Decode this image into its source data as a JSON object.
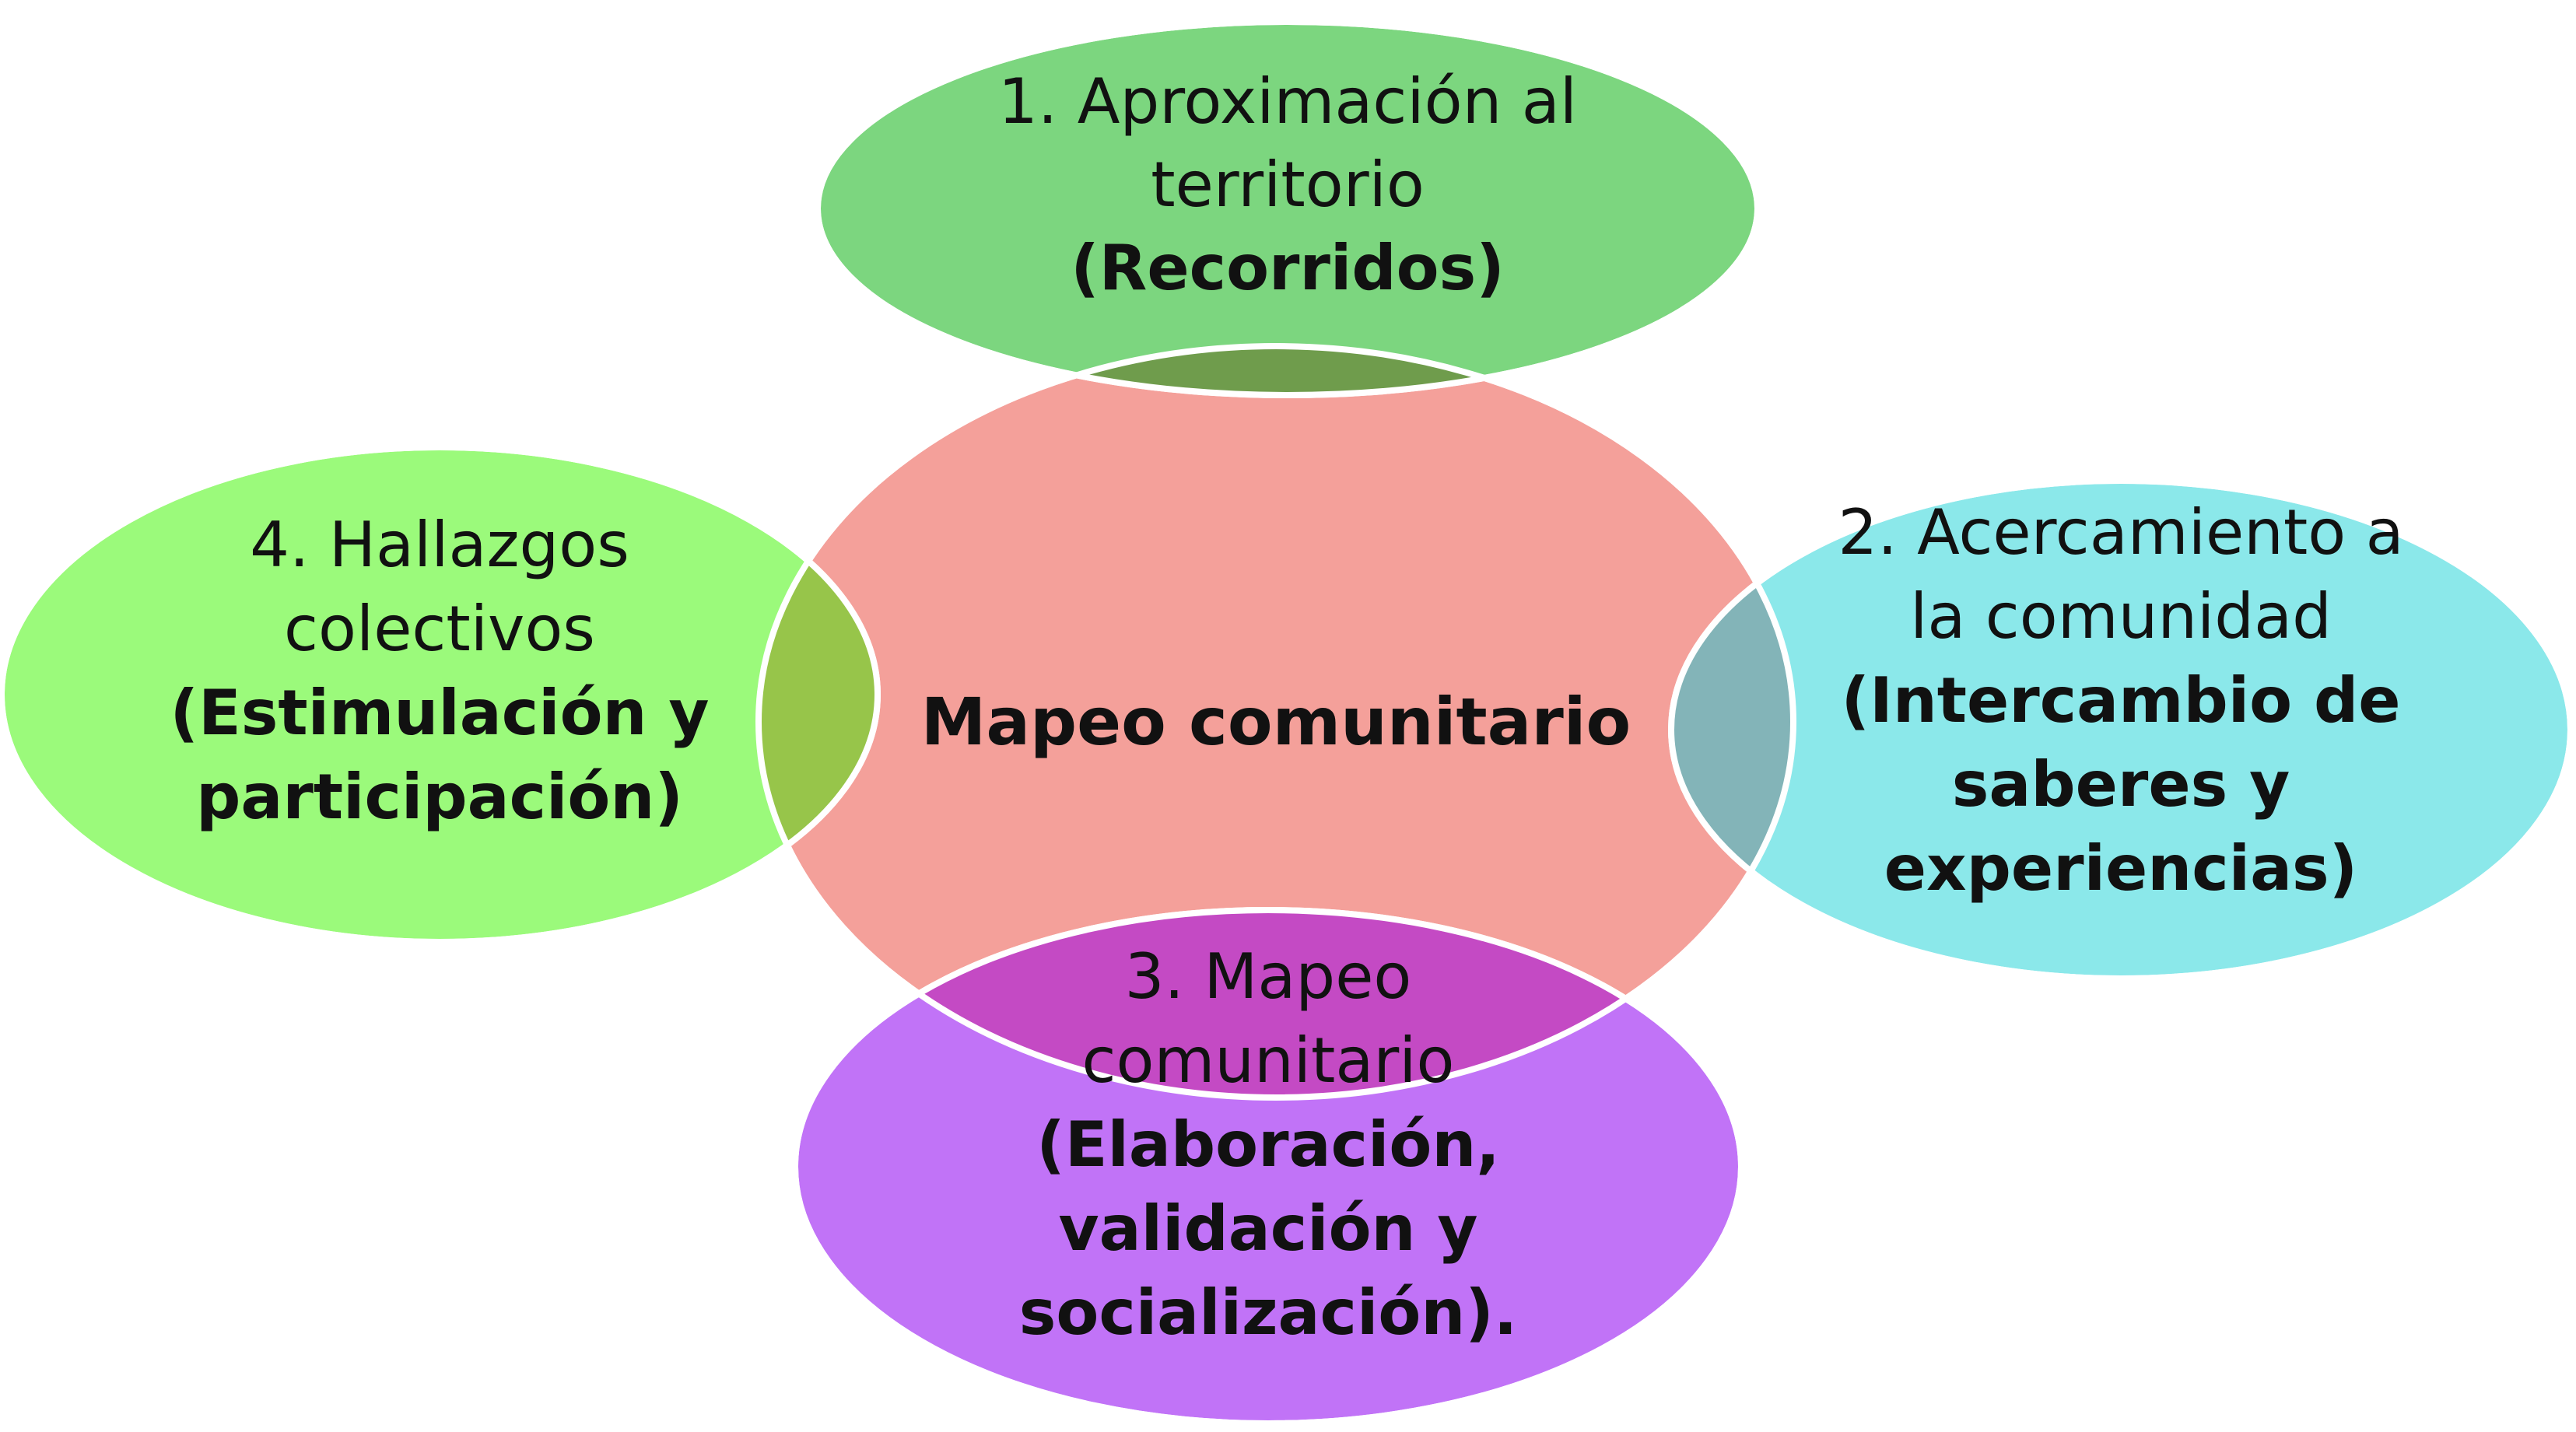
{
  "center": {
    "label": "Mapeo comunitario",
    "color": "#f4a09a"
  },
  "nodes": [
    {
      "id": "aproximacion",
      "color": "#7cd67f",
      "overlap_color": "#6f9c4c",
      "lines": [
        {
          "text": "1. Aproximación al",
          "bold": false
        },
        {
          "text": "territorio",
          "bold": false
        },
        {
          "text": "(Recorridos)",
          "bold": true
        }
      ]
    },
    {
      "id": "acercamiento",
      "color": "#8be8ea",
      "overlap_color": "#83b4b8",
      "lines": [
        {
          "text": "2. Acercamiento a",
          "bold": false
        },
        {
          "text": "la comunidad",
          "bold": false
        },
        {
          "text": "(Intercambio de",
          "bold": true
        },
        {
          "text": "saberes y",
          "bold": true
        },
        {
          "text": "experiencias)",
          "bold": true
        }
      ]
    },
    {
      "id": "mapeo",
      "color": "#c173f7",
      "overlap_color": "#c44ac4",
      "lines": [
        {
          "text": "3. Mapeo",
          "bold": false
        },
        {
          "text": "comunitario",
          "bold": false
        },
        {
          "text": "(Elaboración,",
          "bold": true
        },
        {
          "text": "validación y",
          "bold": true
        },
        {
          "text": "socialización).",
          "bold": true
        }
      ]
    },
    {
      "id": "hallazgos",
      "color": "#9bfa7b",
      "overlap_color": "#97c54a",
      "lines": [
        {
          "text": "4. Hallazgos",
          "bold": false
        },
        {
          "text": "colectivos",
          "bold": false
        },
        {
          "text": "(Estimulación y",
          "bold": true
        },
        {
          "text": "participación)",
          "bold": true
        }
      ]
    }
  ]
}
